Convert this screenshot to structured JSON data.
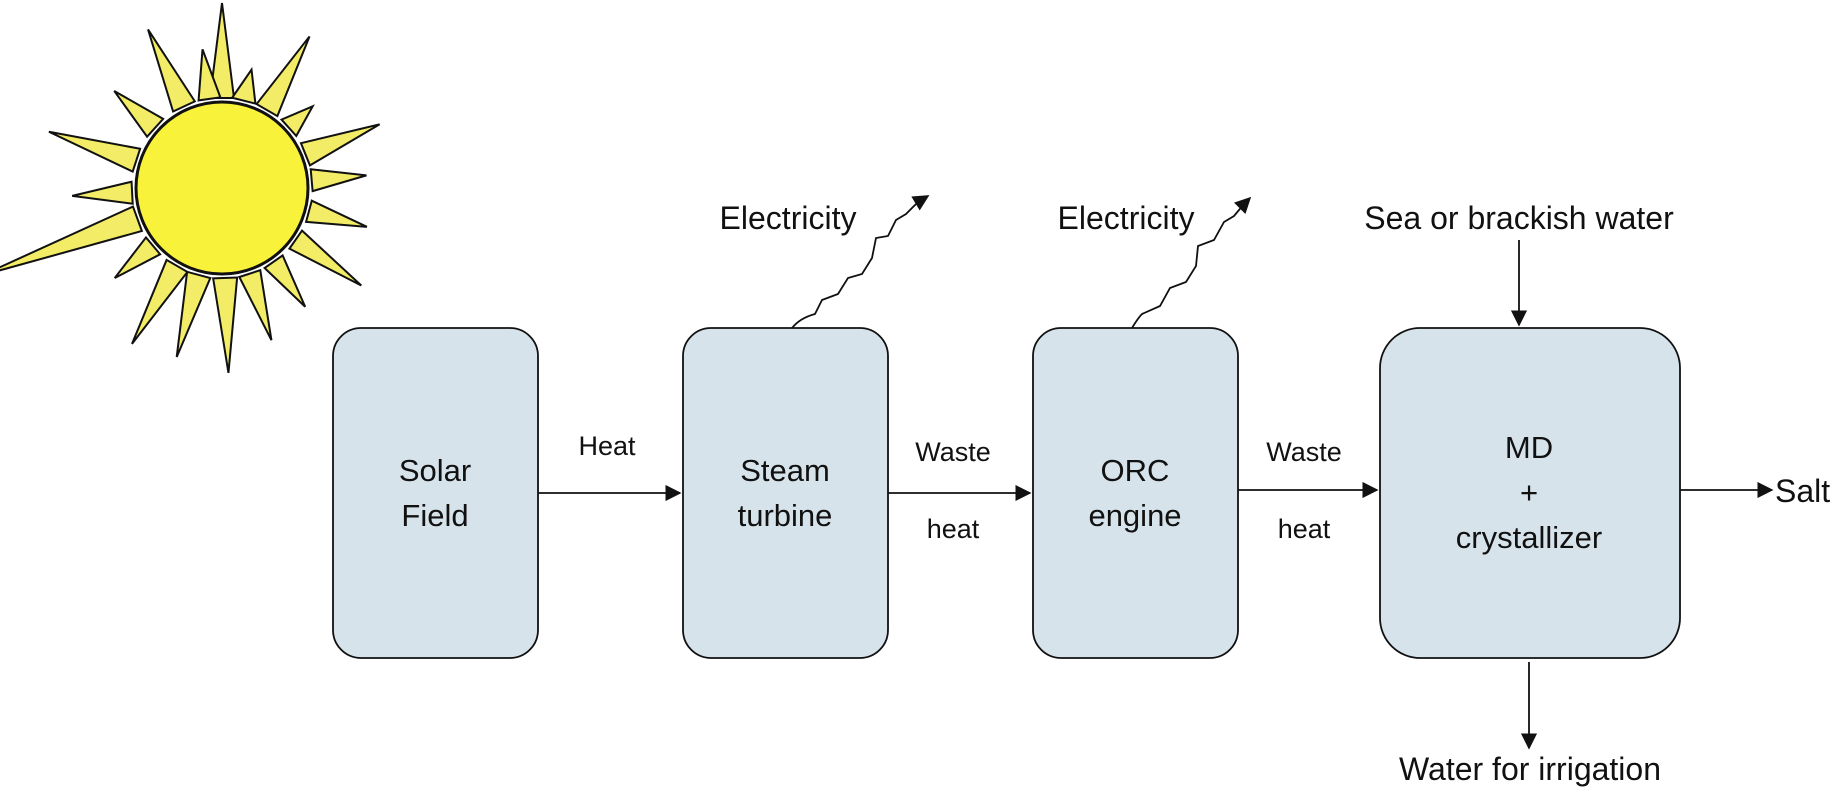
{
  "nodes": {
    "solar_field": {
      "lines": [
        "Solar",
        "Field"
      ]
    },
    "steam_turbine": {
      "lines": [
        "Steam",
        "turbine"
      ]
    },
    "orc_engine": {
      "lines": [
        "ORC",
        "engine"
      ]
    },
    "md_crystallizer": {
      "lines": [
        "MD",
        "+",
        "crystallizer"
      ]
    }
  },
  "edges": {
    "heat": {
      "label": "Heat"
    },
    "waste_heat_1": {
      "line1": "Waste",
      "line2": "heat"
    },
    "waste_heat_2": {
      "line1": "Waste",
      "line2": "heat"
    }
  },
  "outputs": {
    "electricity_1": "Electricity",
    "electricity_2": "Electricity",
    "salt": "Salt",
    "water_irrigation": "Water for irrigation"
  },
  "inputs": {
    "sea_water": "Sea or brackish water"
  },
  "colors": {
    "box_fill": "#d6e3ea",
    "sun_fill": "#f9f23a",
    "ray_fill": "#f2ec66",
    "stroke": "#111111"
  },
  "icons": {
    "sun": "sun-icon",
    "electricity": "zigzag-lightning-icon"
  }
}
